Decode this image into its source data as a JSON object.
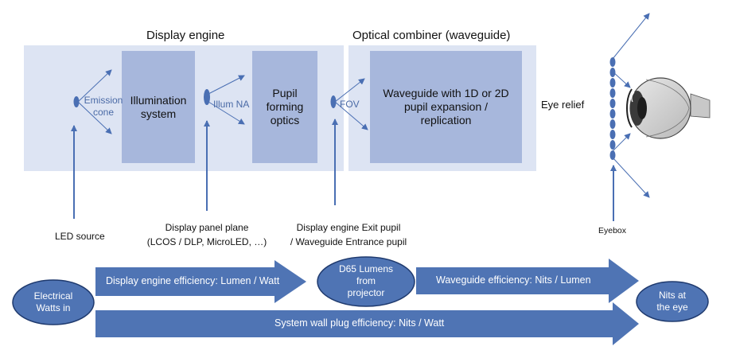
{
  "titles": {
    "display_engine": "Display engine",
    "optical_combiner": "Optical combiner (waveguide)"
  },
  "boxes": {
    "illumination": "Illumination\nsystem",
    "pupil_forming": "Pupil\nforming\noptics",
    "waveguide": "Waveguide with 1D or 2D\npupil expansion /\nreplication"
  },
  "small_labels": {
    "emission_cone": "Emission\ncone",
    "illum_na": "Illum NA",
    "fov": "FOV",
    "eye_relief": "Eye relief",
    "eyebox": "Eyebox"
  },
  "planes": {
    "led_source": "LED source",
    "display_panel": "Display panel plane\n(LCOS / DLP, MicroLED, …)",
    "exit_pupil": "Display engine Exit pupil\n/ Waveguide Entrance pupil"
  },
  "ovals": {
    "electrical": "Electrical\nWatts in",
    "d65": "D65 Lumens\nfrom\nprojector",
    "nits_eye": "Nits at\nthe eye"
  },
  "arrows": {
    "engine_eff": "Display engine efficiency: Lumen / Watt",
    "waveguide_eff": "Waveguide efficiency: Nits / Lumen",
    "wall_plug": "System wall plug efficiency: Nits / Watt"
  },
  "colors": {
    "panel": "#dde4f3",
    "box": "#a7b7dc",
    "accent": "#4a6fb3",
    "arrow_fill": "#4f74b4"
  }
}
